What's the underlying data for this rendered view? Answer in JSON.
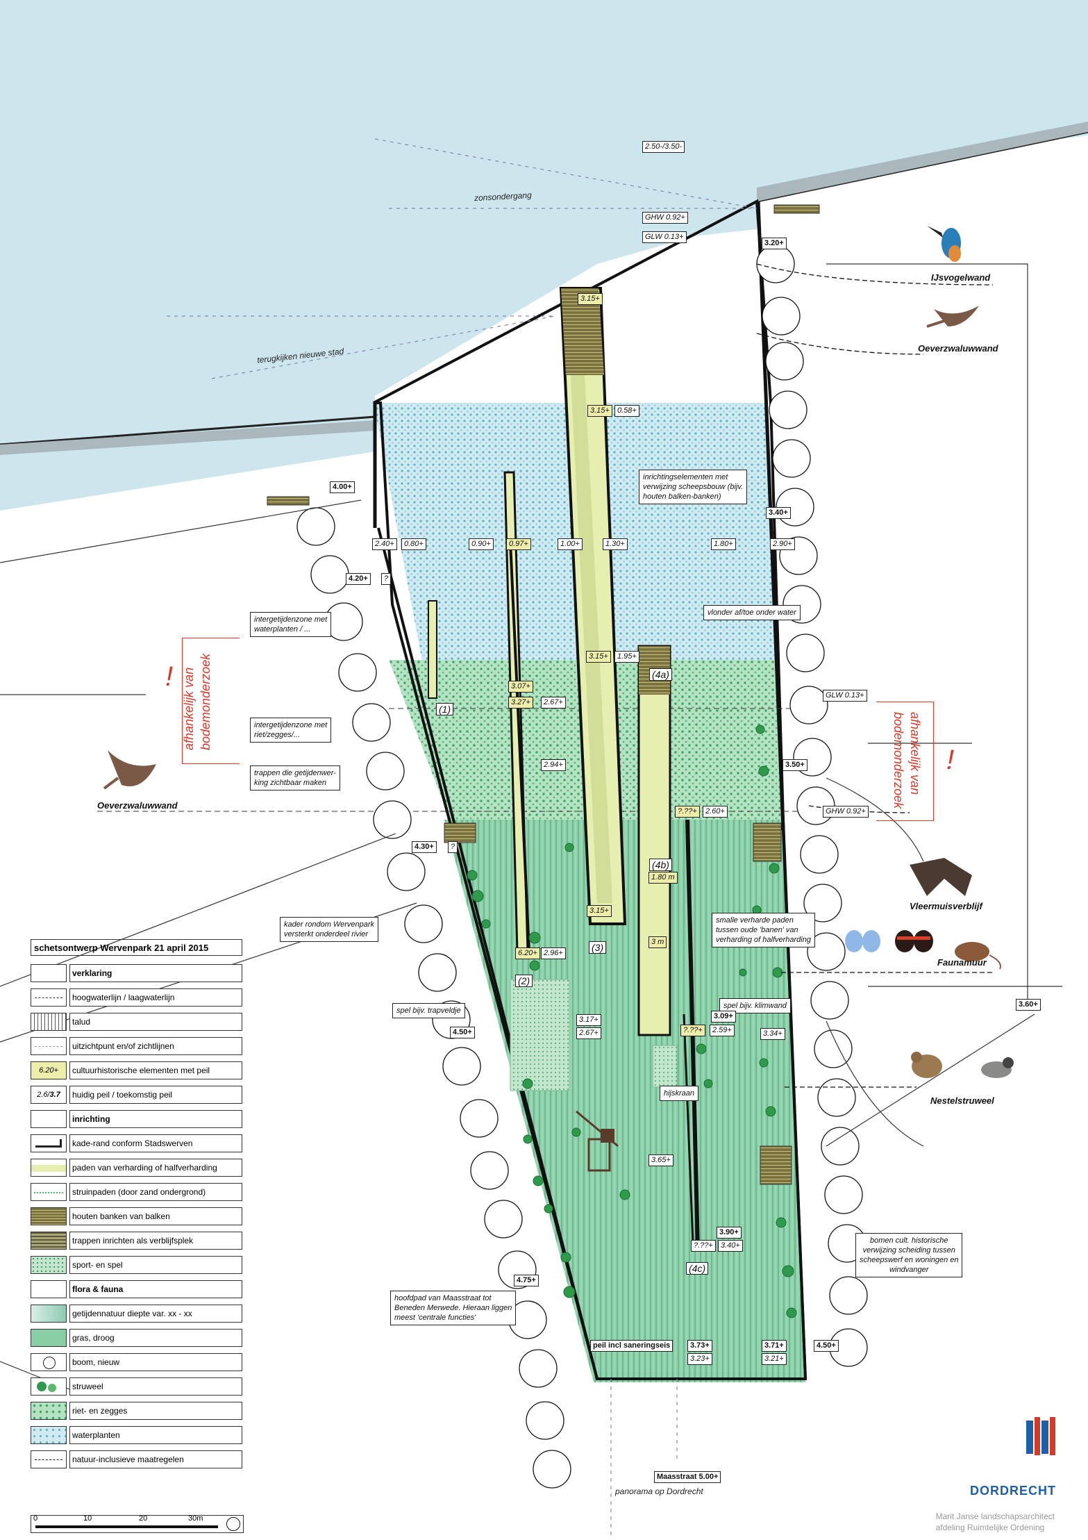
{
  "title": "schetsontwerp Wervenpark 21 april 2015",
  "legend": {
    "verklaring_header": "verklaring",
    "hoogwaterlijn": "hoogwaterlijn / laagwaterlijn",
    "talud": "talud",
    "uitzicht": "uitzichtpunt en/of zichtlijnen",
    "culturhist_sym": "6.20+",
    "culturhist": "cultuurhistorische elementen met peil",
    "peil_sym_a": "2.6",
    "peil_sym_b": "3.7",
    "peil": "huidig peil / toekomstig peil",
    "inrichting_header": "inrichting",
    "kade": "kade-rand conform Stadswerven",
    "paden": "paden van verharding of halfverharding",
    "struinpaden": "struinpaden (door zand ondergrond)",
    "banken": "houten banken van balken",
    "trappen": "trappen inrichten als verblijfsplek",
    "sport": "sport- en spel",
    "flora_header": "flora & fauna",
    "getijden": "getijdennatuur diepte var. xx - xx",
    "gras": "gras, droog",
    "boom": "boom, nieuw",
    "struweel": "struweel",
    "riet": "riet- en zegges",
    "waterplanten": "waterplanten",
    "natuur": "natuur-inclusieve maatregelen"
  },
  "scale": {
    "s0": "0",
    "s10": "10",
    "s20": "20",
    "s30": "30m"
  },
  "notes": {
    "zonsondergang": "zonsondergang",
    "terugkijken": "terugkijken nieuwe stad",
    "inrichtingselementen": "inrichtingselementen met\nverwijzing scheepsbouw (bijv.\nhouten balken-banken)",
    "vlonder": "vlonder af/toe onder water",
    "intergetijden1": "intergetijdenzone met\nwaterplanten / ...",
    "intergetijden2": "intergetijdenzone met\nriet/zegges/...",
    "trappen": "trappen die getijdenwer-\nking zichtbaar maken",
    "kader": "kader rondom Wervenpark\nversterkt onderdeel rivier",
    "smalle": "smalle verharde paden\ntussen oude 'banen' van\nverharding of halfverharding",
    "spel_trap": "spel bijv. trapveldje",
    "spel_klim": "spel bijv. klimwand",
    "hijskraan": "hijskraan",
    "hoofdpad": "hoofdpad van Maasstraat tot\nBeneden Merwede. Hieraan liggen\nmeest 'centrale functies'",
    "peil_incl": "peil incl saneringseis",
    "bomen": "bomen cult. historische\nverwijzing scheiding tussen\nscheepswerf en woningen en\nwindvanger",
    "maasstraat": "Maasstraat",
    "maasstraat_peil": "5.00+",
    "panorama": "panorama op Dordrecht",
    "afhankelijk": "afhankelijk van\nbodemonderzoek",
    "afhankelijk_l1": "afhankelijk van",
    "afhankelijk_l2": "bodemonderzoek",
    "excl": "!"
  },
  "species": {
    "ijsvogel": "IJsvogelwand",
    "oever1": "Oeverzwaluwwand",
    "oever2": "Oeverzwaluwwand",
    "vleermuis": "Vleermuisverblijf",
    "fauna": "Faunamuur",
    "nestel": "Nestelstruweel"
  },
  "levels": {
    "l_250": "2.50-/3.50-",
    "ghw": "GHW 0.92+",
    "glw": "GLW 0.13+",
    "l_320": "3.20+",
    "l_315a": "3.15+",
    "l_315b": "3.15+",
    "l_058": "0.58+",
    "l_400": "4.00+",
    "l_340": "3.40+",
    "l_240": "2.40+",
    "l_080": "0.80+",
    "l_090": "0.90+",
    "l_097": "0.97+",
    "l_100": "1.00+",
    "l_130": "1.30+",
    "l_180": "1.80+",
    "l_290": "2.90+",
    "l_420": "4.20+",
    "l_q": "?",
    "l_315c": "3.15+",
    "l_195": "1.95+",
    "l_307": "3.07+",
    "l_327": "3.27+",
    "l_267": "2.67+",
    "glw2": "GLW 0.13+",
    "l_294": "2.94+",
    "l_350": "3.50+",
    "l_qq": "?.??+",
    "l_260": "2.60+",
    "ghw2": "GHW 0.92+",
    "l_430": "4.30+",
    "l_q2": "?",
    "l_180m": "1.80 m",
    "l_315d": "3.15+",
    "l_620": "6.20+",
    "l_296": "2.96+",
    "l_3m": "3 m",
    "l_360": "3.60+",
    "l_317": "3.17+",
    "l_267b": "2.67+",
    "l_309": "3.09+",
    "l_qq2": "?.??+",
    "l_259": "2.59+",
    "l_334": "3.34+",
    "l_450": "4.50+",
    "l_365": "3.65+",
    "l_390": "3.90+",
    "l_qq3": "?.??+",
    "l_340b": "3.40+",
    "l_475": "4.75+",
    "l_373": "3.73+",
    "l_323": "3.23+",
    "l_371": "3.71+",
    "l_321": "3.21+",
    "l_450b": "4.50+"
  },
  "markers": {
    "m1": "(1)",
    "m2": "(2)",
    "m3": "(3)",
    "m4a": "(4a)",
    "m4b": "(4b)",
    "m4c": "(4c)"
  },
  "brand": "DORDRECHT",
  "credit_line1": "Marit Janse landschapsarchitect",
  "credit_line2": "afdeling Ruimtelijke Ordening",
  "colors": {
    "water": "#cce8ee",
    "tidal": "#a8dccc",
    "grass": "#88cfa6",
    "path": "#e6eeb0",
    "bench": "#7a7240",
    "red": "#d83a2a",
    "brand": "#1d5fa8"
  }
}
